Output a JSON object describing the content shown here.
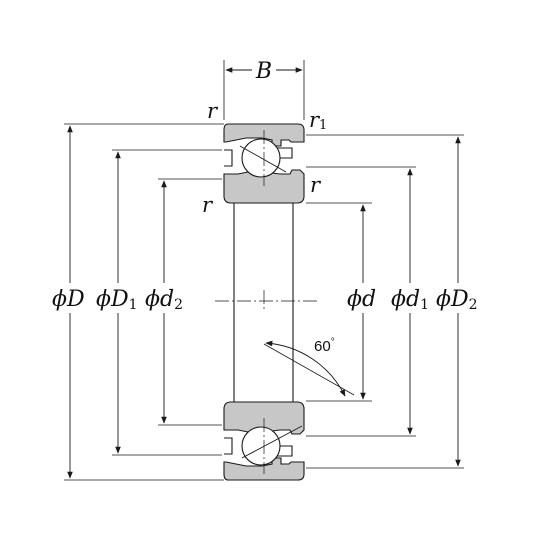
{
  "labels": {
    "B": "B",
    "D": "D",
    "D1_main": "D",
    "D1_sub": "1",
    "d2_main": "d",
    "d2_sub": "2",
    "d": "d",
    "d1_main": "d",
    "d1_sub": "1",
    "D2_main": "D",
    "D2_sub": "2",
    "phi": "ϕ",
    "r_top_left": "r",
    "r1_main": "r",
    "r1_sub": "1",
    "r_mid_left": "r",
    "r_mid_right": "r",
    "angle": "60",
    "degree": "°"
  },
  "colors": {
    "ring_fill": "#c7c7c7",
    "line": "#1a1a1a",
    "background": "#ffffff"
  }
}
